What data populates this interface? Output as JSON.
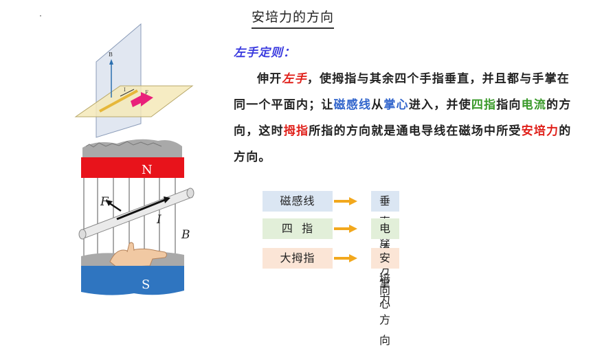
{
  "title": "安培力的方向",
  "rule_label": "左手定则：",
  "paragraph": {
    "p1": "伸开",
    "p2": "左手",
    "p3": "，使拇指与其余四个手指垂直，并且都与手掌在同一个平面内；让",
    "p4": "磁感线",
    "p5": "从",
    "p6": "掌心",
    "p7": "进入，并使",
    "p8": "四指",
    "p9": "指向",
    "p10": "电流",
    "p11": "的方向，这时",
    "p12": "拇指",
    "p13": "所指的方向就是通电导线在磁场中所受",
    "p14": "安培力",
    "p15": "的方向。"
  },
  "mapping": [
    {
      "left": "磁感线",
      "right": "垂直穿过掌心"
    },
    {
      "left": "四  指",
      "right": "电流方向"
    },
    {
      "left": "大拇指",
      "right": "安培力方向"
    }
  ],
  "diagram_top": {
    "b_label": "B",
    "i_label": "I",
    "f_label": "F"
  },
  "diagram_magnet": {
    "north": "N",
    "south": "S",
    "f_label": "F",
    "i_label": "I",
    "b_label": "B"
  },
  "colors": {
    "north": "#e8131b",
    "south": "#2f75c0",
    "arrow_orange": "#f2a81d",
    "force_arrow": "#e9207a"
  }
}
